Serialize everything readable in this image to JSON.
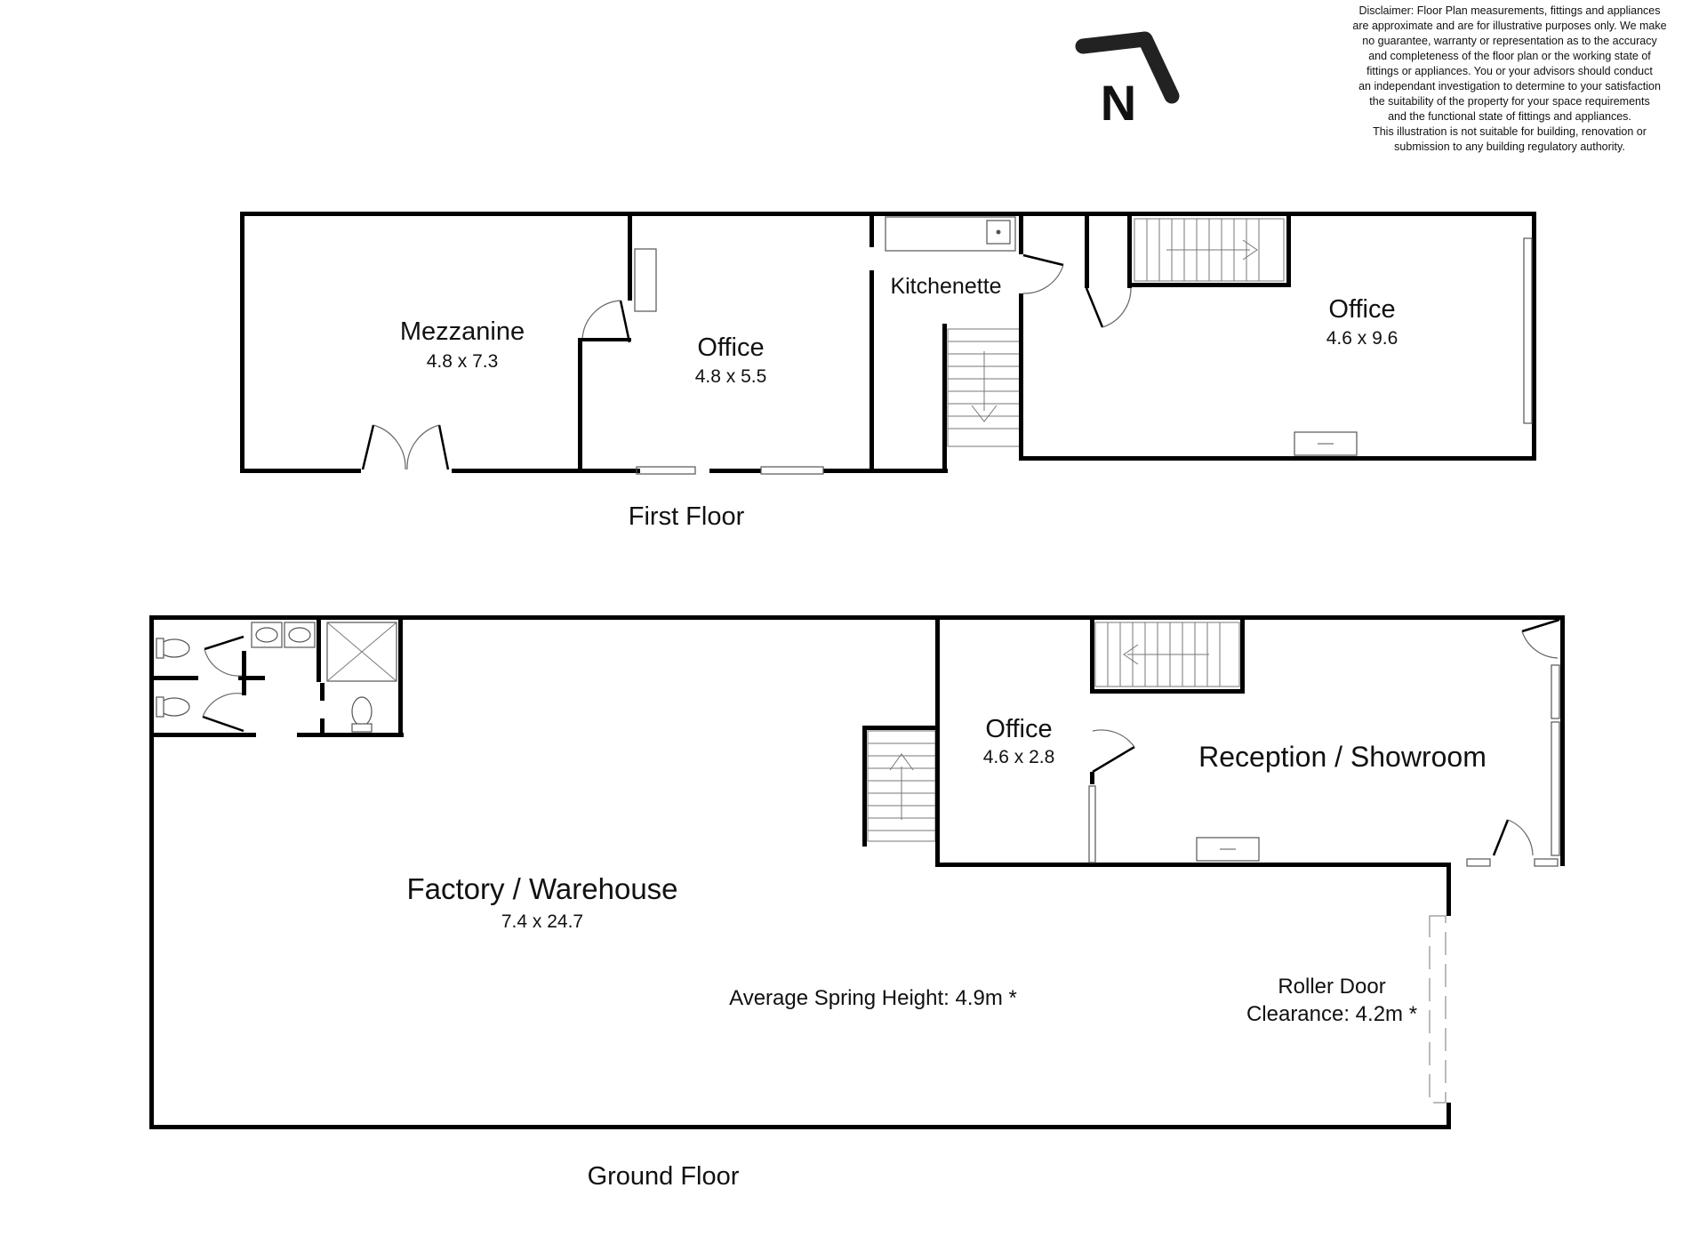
{
  "disclaimer_lines": [
    "Disclaimer: Floor Plan measurements, fittings and appliances",
    "are approximate and are for illustrative purposes only. We make",
    "no guarantee, warranty or representation as to the accuracy",
    "and completeness of the floor plan or the working state of",
    "fittings or appliances. You or your advisors should conduct",
    "an independant investigation to determine to your satisfaction",
    "the suitability of the property for your space requirements",
    "and the functional state of fittings and appliances.",
    "This illustration is not suitable for building, renovation or",
    "submission to any building regulatory authority."
  ],
  "compass": {
    "label": "N",
    "icon": "north-arrow-icon"
  },
  "first_floor": {
    "caption": "First Floor",
    "rooms": {
      "mezzanine": {
        "name": "Mezzanine",
        "dims": "4.8 x 7.3"
      },
      "office_mid": {
        "name": "Office",
        "dims": "4.8 x 5.5"
      },
      "kitchenette": {
        "name": "Kitchenette"
      },
      "office_right": {
        "name": "Office",
        "dims": "4.6 x 9.6"
      }
    }
  },
  "ground_floor": {
    "caption": "Ground Floor",
    "rooms": {
      "factory": {
        "name": "Factory / Warehouse",
        "dims": "7.4 x 24.7"
      },
      "office_small": {
        "name": "Office",
        "dims": "4.6 x 2.8"
      },
      "reception": {
        "name": "Reception / Showroom"
      }
    },
    "notes": {
      "spring_height": "Average Spring Height: 4.9m *",
      "roller_door_line1": "Roller Door",
      "roller_door_line2": "Clearance: 4.2m *"
    }
  }
}
